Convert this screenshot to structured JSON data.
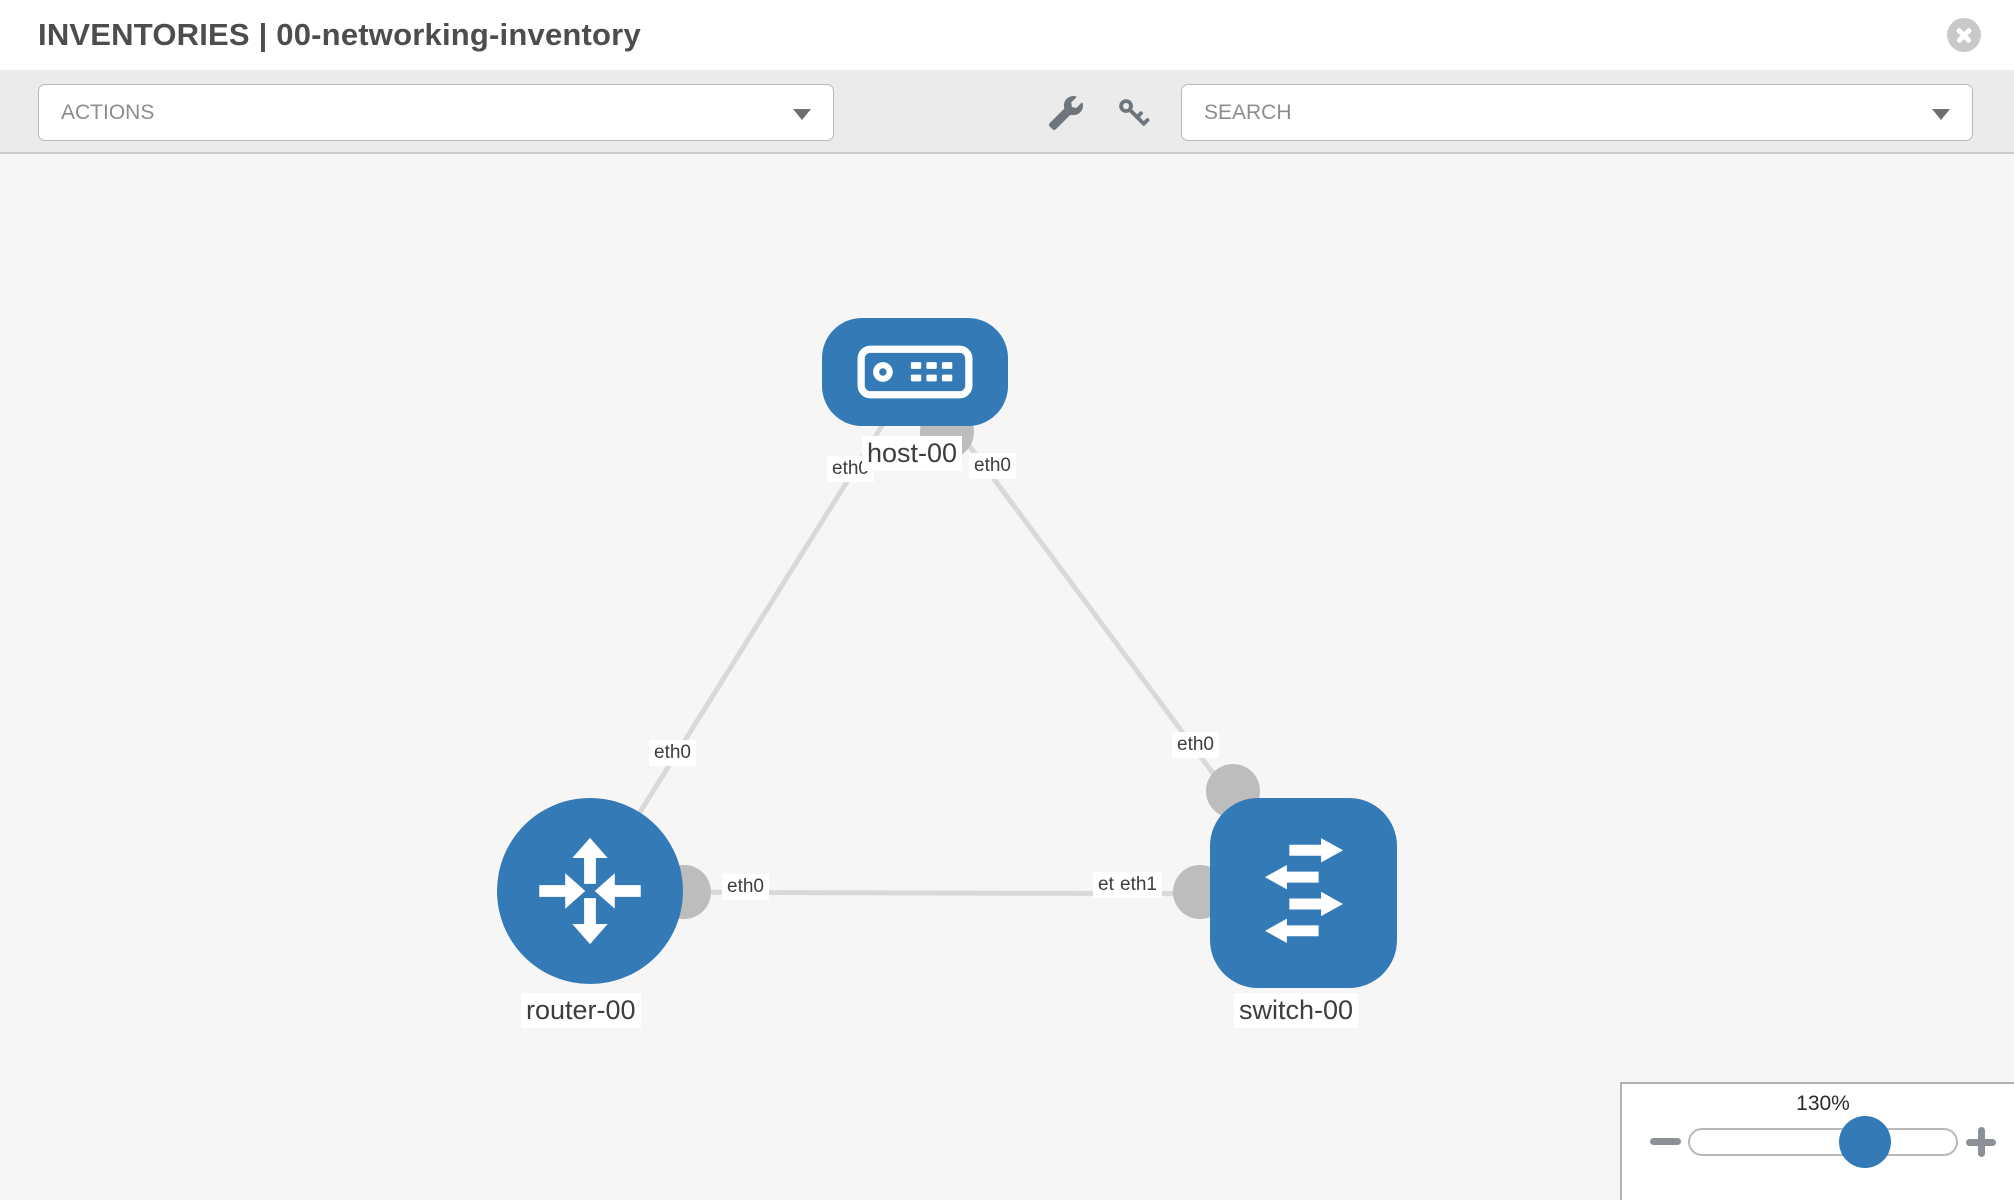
{
  "header": {
    "title": "INVENTORIES | 00-networking-inventory"
  },
  "toolbar": {
    "actions_label": "ACTIONS",
    "search_placeholder": "SEARCH"
  },
  "diagram": {
    "nodes": [
      {
        "id": "host-00",
        "type": "host",
        "label": "host-00"
      },
      {
        "id": "router-00",
        "type": "router",
        "label": "router-00"
      },
      {
        "id": "switch-00",
        "type": "switch",
        "label": "switch-00"
      }
    ],
    "links": [
      {
        "from": "host-00",
        "from_interface": "eth0",
        "to": "router-00",
        "to_interface": "eth0"
      },
      {
        "from": "host-00",
        "from_interface": "eth0",
        "to": "switch-00",
        "to_interface": "eth0"
      },
      {
        "from": "router-00",
        "from_interface": "eth0",
        "to": "switch-00",
        "to_interface": "eth1"
      }
    ],
    "interface_labels": {
      "host_left": "eth0",
      "host_right": "eth0",
      "router_uplink": "eth0",
      "switch_uplink": "eth0",
      "mid_router_side": "eth0",
      "mid_switch_side_under": "eth0",
      "mid_switch_side_over": "eth1"
    }
  },
  "zoom_control": {
    "value_label": "130%"
  },
  "colors": {
    "node_blue": "#337ab7",
    "port_gray": "#bdbdbd",
    "link_gray": "#d9d9d9",
    "toolbar_bg": "#ebebeb",
    "canvas_bg": "#f6f6f6"
  }
}
